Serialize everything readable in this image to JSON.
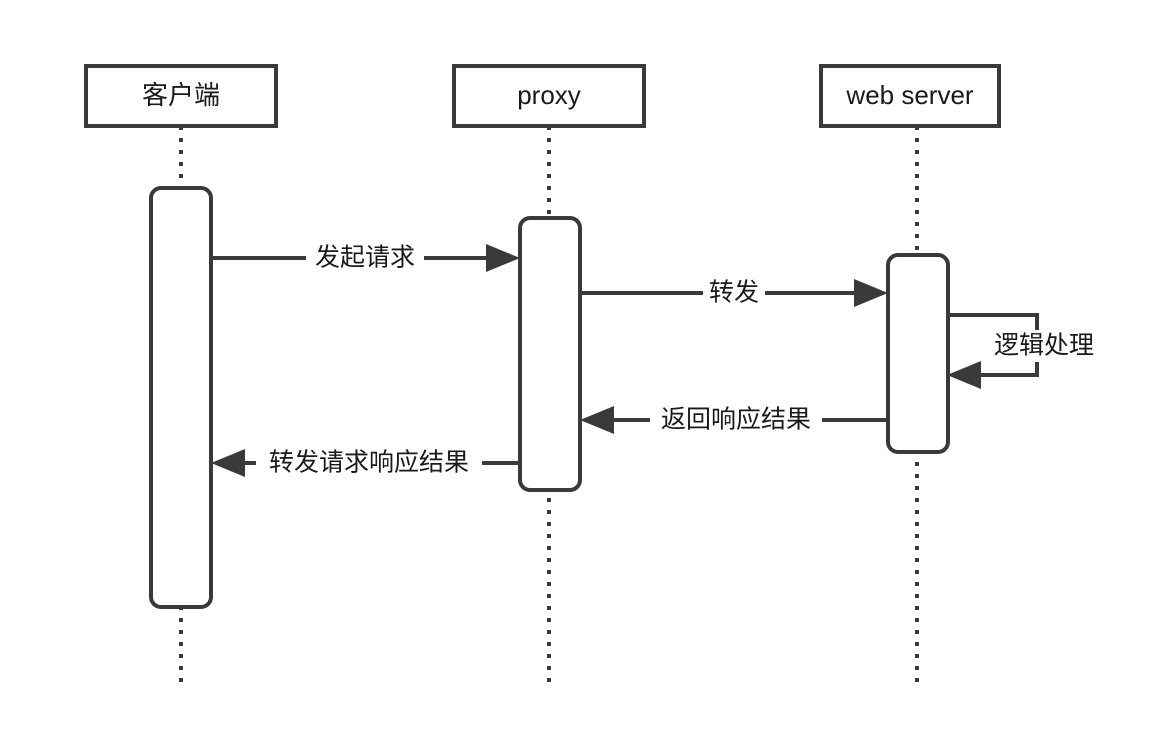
{
  "diagram": {
    "type": "sequence-diagram",
    "background_color": "#ffffff",
    "stroke_color": "#3a3a3a",
    "text_color": "#1a1a1a",
    "participants": [
      {
        "id": "client",
        "label": "客户端"
      },
      {
        "id": "proxy",
        "label": "proxy"
      },
      {
        "id": "webserver",
        "label": "web server"
      }
    ],
    "messages": [
      {
        "id": "m1",
        "label": "发起请求",
        "from": "client",
        "to": "proxy",
        "direction": "right"
      },
      {
        "id": "m2",
        "label": "转发",
        "from": "proxy",
        "to": "webserver",
        "direction": "right"
      },
      {
        "id": "m3",
        "label": "逻辑处理",
        "from": "webserver",
        "to": "webserver",
        "direction": "self"
      },
      {
        "id": "m4",
        "label": "返回响应结果",
        "from": "webserver",
        "to": "proxy",
        "direction": "left"
      },
      {
        "id": "m5",
        "label": "转发请求响应结果",
        "from": "proxy",
        "to": "client",
        "direction": "left"
      }
    ]
  }
}
